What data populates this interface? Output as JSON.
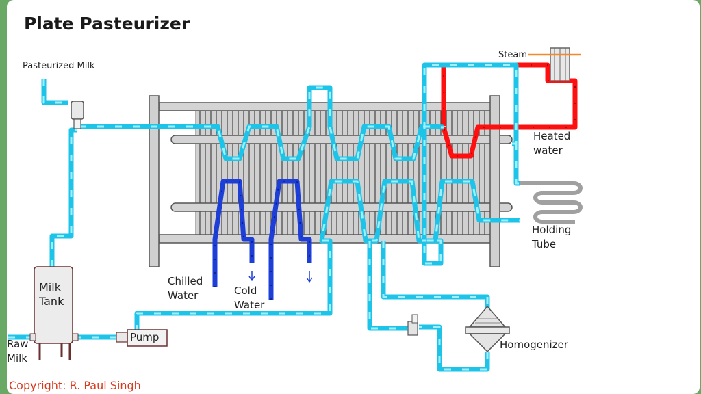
{
  "title": "Plate Pasteurizer",
  "labels": {
    "pasteurized_milk": "Pasteurized Milk",
    "steam": "Steam",
    "heated_water": [
      "Heated",
      "water"
    ],
    "holding_tube": [
      "Holding",
      "Tube"
    ],
    "homogenizer": "Homogenizer",
    "chilled_water": [
      "Chilled",
      "Water"
    ],
    "cold_water": [
      "Cold",
      "Water"
    ],
    "milk_tank": [
      "Milk",
      "Tank"
    ],
    "pump": "Pump",
    "raw_milk": [
      "Raw",
      "Milk"
    ]
  },
  "copyright": "Copyright: R. Paul Singh",
  "colors": {
    "milk_line": "#1ec4e8",
    "milk_flow_dash": "#9ff0ff",
    "heated_water_line": "#ff1010",
    "chilled_water_line": "#1d3fd8",
    "steam_line": "#f28a2a",
    "plate_frame": "#a8a8a8"
  }
}
